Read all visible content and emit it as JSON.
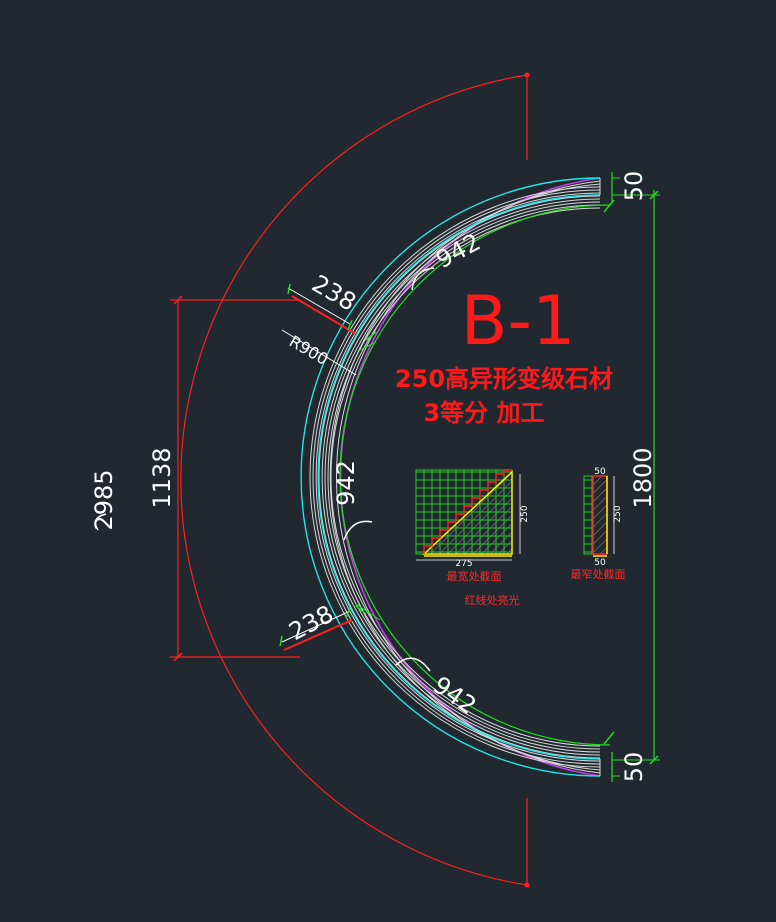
{
  "drawing": {
    "title": "B-1",
    "subtitle_line1": "250高异形变级石材",
    "subtitle_line2": "3等分  加工",
    "dimensions": {
      "outer_arc": "2985",
      "outer_chord": "1138",
      "right_total": "1800",
      "top_gap": "50",
      "bottom_gap": "50",
      "width_top": "238",
      "width_bottom": "238",
      "radius": "R900",
      "inner_arc_top": "942",
      "inner_arc_mid": "942",
      "inner_arc_bottom": "942"
    },
    "section_high": {
      "caption": "最宽处截面",
      "width": "275",
      "height": "250",
      "note": "红线处亮光"
    },
    "section_low": {
      "caption": "最窄处截面",
      "width": "50",
      "height": "250",
      "top_label": "50"
    },
    "colors": {
      "background": "#212830",
      "dimension_red": "#ff2020",
      "dimension_green": "#22dd22",
      "arc_cyan": "#22e5e5",
      "arc_magenta": "#c040e0",
      "arc_white": "#d8d8d8"
    }
  }
}
